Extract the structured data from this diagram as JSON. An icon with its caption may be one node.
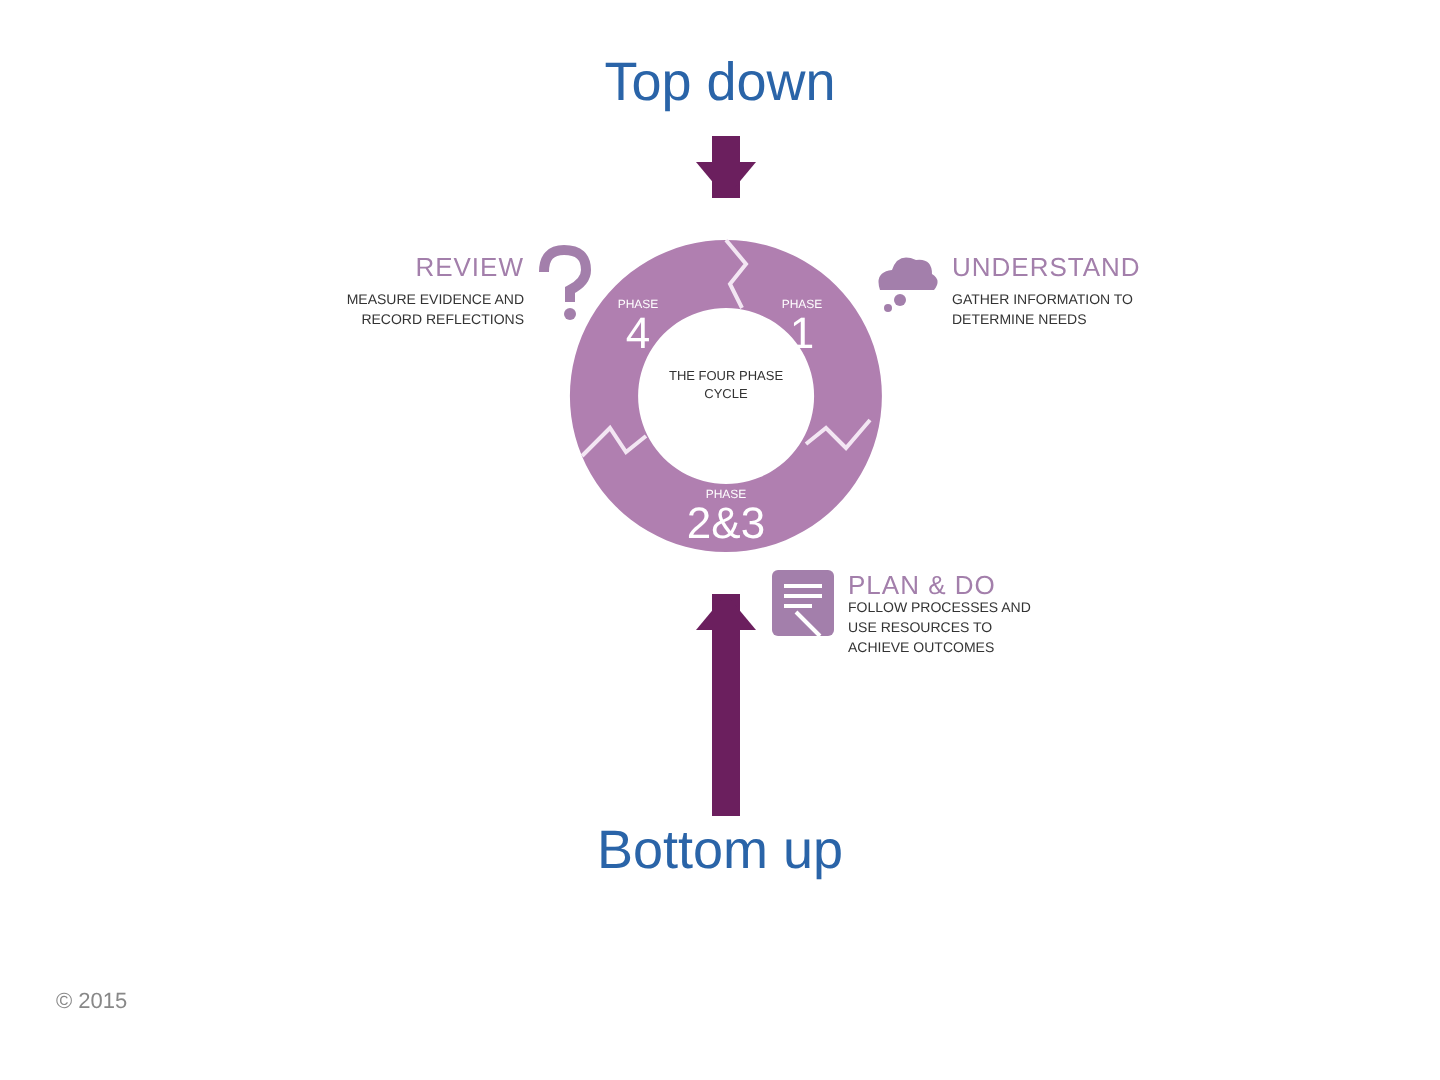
{
  "diagram": {
    "nodes": [
      {
        "text": [
          "Top down"
        ]
      },
      {
        "text": [
          "THE FOUR PHASE CYCLE"
        ]
      },
      {
        "text": [
          "PHASE",
          "4"
        ],
        "in": 1
      },
      {
        "text": [
          "PHASE",
          "1"
        ],
        "in": 1
      },
      {
        "text": [
          "PHASE",
          "2&3"
        ],
        "in": 1
      },
      {
        "text": [
          "Bottom up"
        ]
      }
    ],
    "edges": [
      {
        "from": 0,
        "to": 1,
        "arrow": "to"
      },
      {
        "from": 5,
        "to": 1,
        "arrow": "to"
      }
    ],
    "labels": [
      "REVIEW",
      "MEASURE EVIDENCE AND RECORD REFLECTIONS",
      "UNDERSTAND",
      "GATHER INFORMATION TO DETERMINE NEEDS",
      "PLAN & DO",
      "FOLLOW PROCESSES AND USE RESOURCES TO ACHIEVE OUTCOMES",
      "© 2015"
    ]
  }
}
